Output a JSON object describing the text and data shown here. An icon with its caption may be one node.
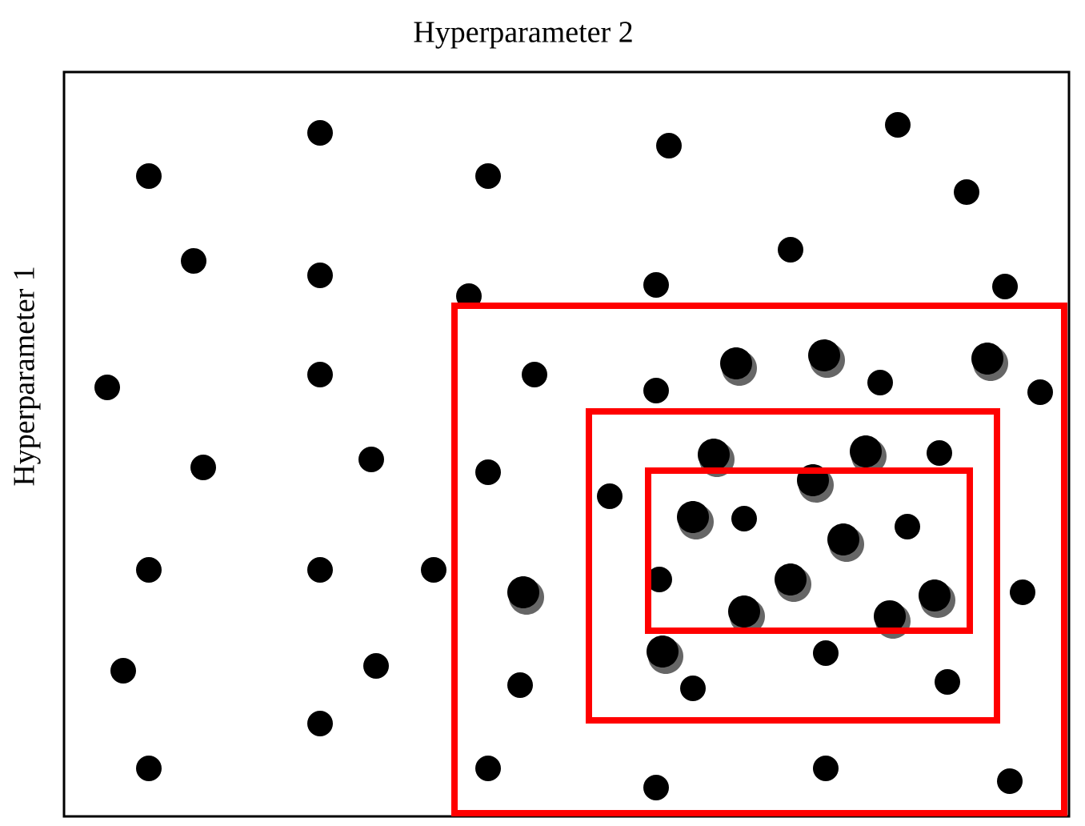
{
  "diagram": {
    "nodes": [
      {
        "text": [],
        "shape": "box"
      },
      {
        "text": [],
        "shape": "box",
        "in": 0
      },
      {
        "text": [],
        "shape": "box",
        "in": 1
      }
    ],
    "labels": [
      "Hyperparameter 2",
      "Hyperparameter 1"
    ]
  }
}
